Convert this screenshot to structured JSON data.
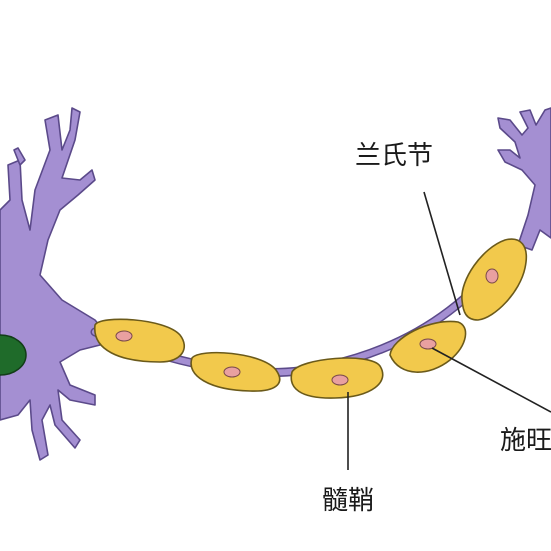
{
  "labels": {
    "node_of_ranvier": "兰氏节",
    "schwann_cell": "施旺",
    "myelin_sheath": "髓鞘"
  },
  "colors": {
    "neuron_body": "#a48fd2",
    "neuron_outline": "#5b4a8a",
    "nucleus": "#1f6b2a",
    "myelin": "#f2c94c",
    "myelin_outline": "#6b5a1a",
    "schwann_nucleus": "#e9a0a0",
    "leader_line": "#222222",
    "text": "#1a1a1a"
  }
}
